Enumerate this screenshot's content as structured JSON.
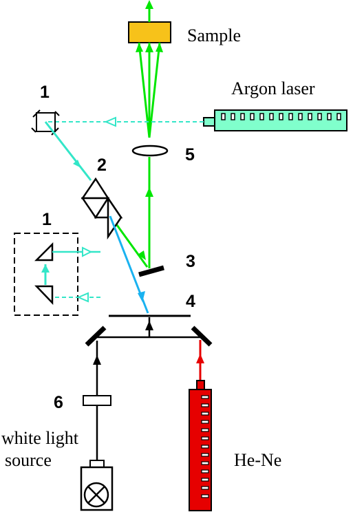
{
  "labels": {
    "sample": "Sample",
    "argon_laser": "Argon laser",
    "white_light_line1": "white light",
    "white_light_line2": "source",
    "hene": "He-Ne",
    "n1_top": "1",
    "n1_box": "1",
    "n2": "2",
    "n3": "3",
    "n4": "4",
    "n5": "5",
    "n6": "6"
  },
  "colors": {
    "green_beam": "#00e600",
    "cyan_beam": "#33e6c8",
    "blue_beam": "#1ab2f0",
    "red_beam": "#e60000",
    "sample_fill": "#f7c21a",
    "argon_fill": "#80ffcc",
    "hene_fill": "#e60000",
    "black": "#000000"
  }
}
